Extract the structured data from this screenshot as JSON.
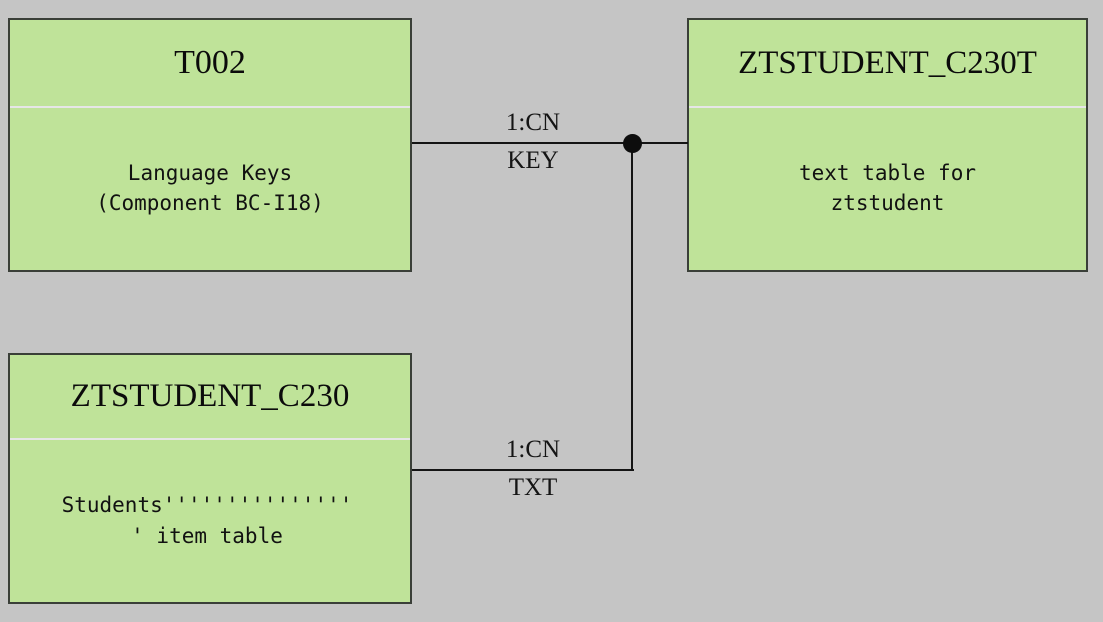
{
  "diagram": {
    "type": "entity-relationship",
    "background_color": "#c5c5c5",
    "entity_fill_color": "#bfe399",
    "entity_border_color": "#3a3f38",
    "line_color": "#141414",
    "entities": [
      {
        "id": "t002",
        "title": "T002",
        "description": "Language Keys\n(Component BC-I18)"
      },
      {
        "id": "ztstudent_c230t",
        "title": "ZTSTUDENT_C230T",
        "description": "text table for\nztstudent"
      },
      {
        "id": "ztstudent_c230",
        "title": "ZTSTUDENT_C230",
        "description": "Students'''''''''''''''\n' item table"
      }
    ],
    "relationships": [
      {
        "id": "key",
        "cardinality": "1:CN",
        "name": "KEY",
        "from": "t002",
        "to": "ztstudent_c230t"
      },
      {
        "id": "txt",
        "cardinality": "1:CN",
        "name": "TXT",
        "from": "ztstudent_c230",
        "to": "ztstudent_c230t"
      }
    ],
    "junction": {
      "name": "junction-dot"
    }
  }
}
